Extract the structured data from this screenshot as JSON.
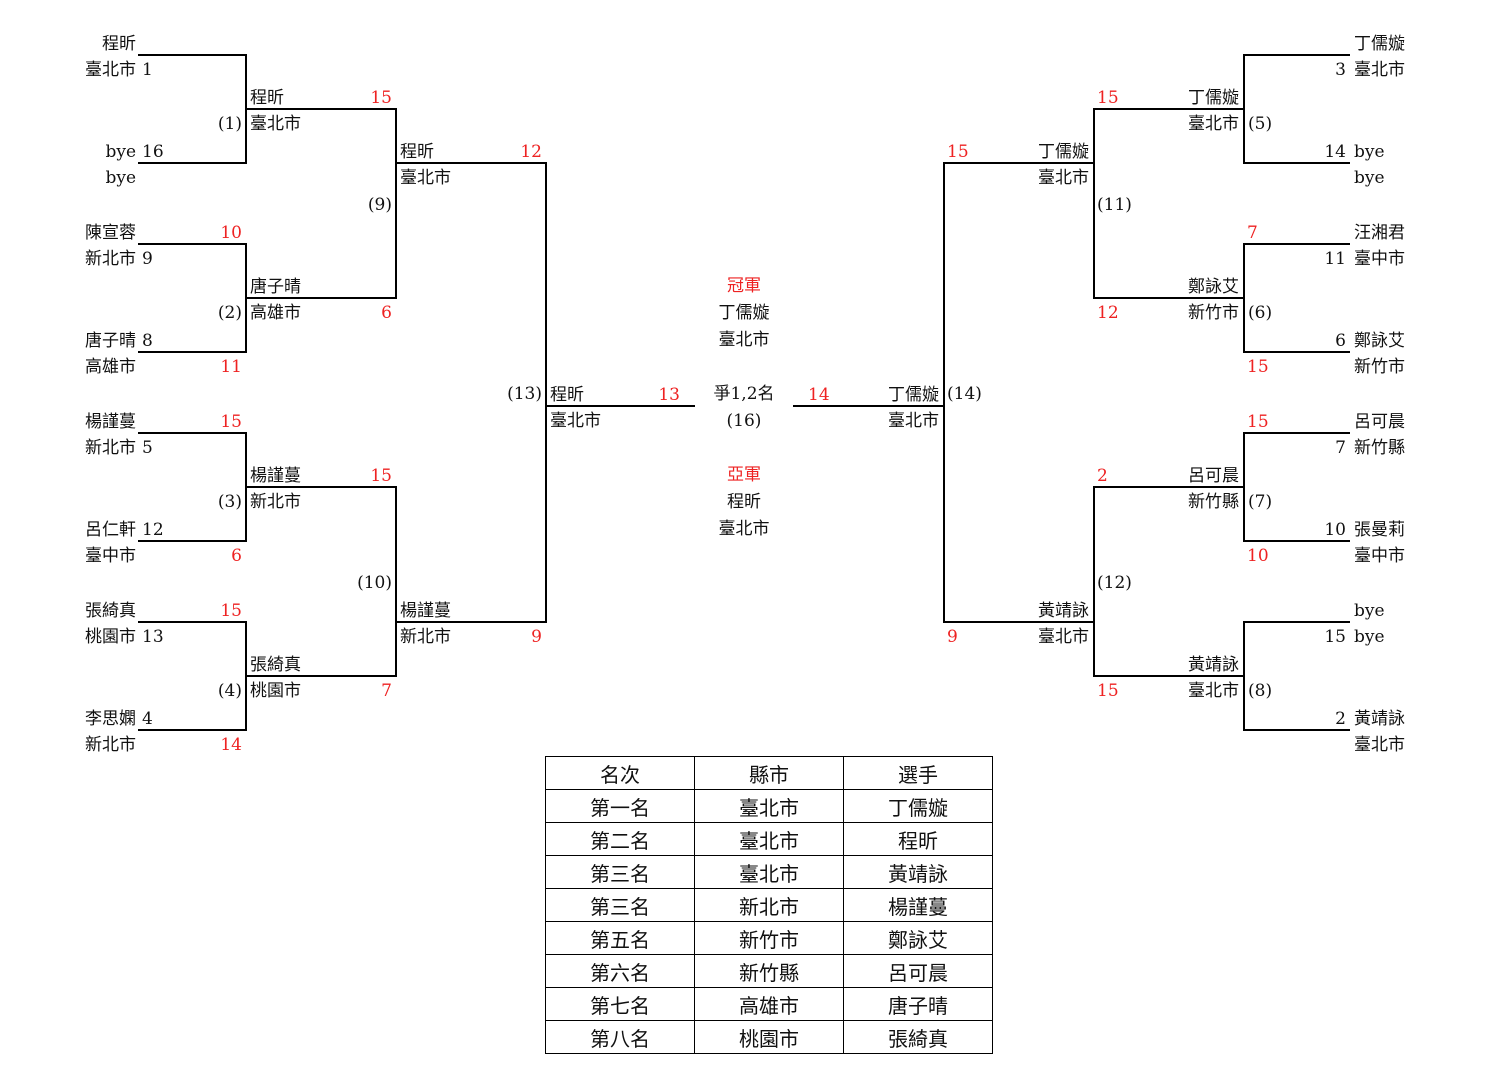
{
  "left": {
    "r1": [
      {
        "match": "(1)",
        "top": {
          "name": "程昕",
          "city": "臺北市",
          "seed": "1",
          "score": ""
        },
        "bot": {
          "name": "bye",
          "city": "bye",
          "seed": "16",
          "score": ""
        }
      },
      {
        "match": "(2)",
        "top": {
          "name": "陳宣蓉",
          "city": "新北市",
          "seed": "9",
          "score": "10"
        },
        "bot": {
          "name": "唐子晴",
          "city": "高雄市",
          "seed": "8",
          "score": "11"
        }
      },
      {
        "match": "(3)",
        "top": {
          "name": "楊謹蔓",
          "city": "新北市",
          "seed": "5",
          "score": "15"
        },
        "bot": {
          "name": "呂仁軒",
          "city": "臺中市",
          "seed": "12",
          "score": "6"
        }
      },
      {
        "match": "(4)",
        "top": {
          "name": "張綺真",
          "city": "桃園市",
          "seed": "13",
          "score": "15"
        },
        "bot": {
          "name": "李思嫻",
          "city": "新北市",
          "seed": "4",
          "score": "14"
        }
      }
    ],
    "r2": [
      {
        "name": "程昕",
        "city": "臺北市",
        "score": "15"
      },
      {
        "name": "唐子晴",
        "city": "高雄市",
        "score": "6"
      },
      {
        "name": "楊謹蔓",
        "city": "新北市",
        "score": "15"
      },
      {
        "name": "張綺真",
        "city": "桃園市",
        "score": "7"
      }
    ],
    "r2_matches": [
      "(9)",
      "(10)"
    ],
    "r3": [
      {
        "name": "程昕",
        "city": "臺北市",
        "score": "12"
      },
      {
        "name": "楊謹蔓",
        "city": "新北市",
        "score": "9"
      }
    ],
    "r3_match": "(13)",
    "final": {
      "name": "程昕",
      "city": "臺北市",
      "score": "13"
    }
  },
  "right": {
    "r1": [
      {
        "match": "(5)",
        "top": {
          "name": "丁儒嫙",
          "city": "臺北市",
          "seed": "3",
          "score": ""
        },
        "bot": {
          "name": "bye",
          "city": "bye",
          "seed": "14",
          "score": ""
        }
      },
      {
        "match": "(6)",
        "top": {
          "name": "汪湘君",
          "city": "臺中市",
          "seed": "11",
          "score": "7"
        },
        "bot": {
          "name": "鄭詠艾",
          "city": "新竹市",
          "seed": "6",
          "score": "15"
        }
      },
      {
        "match": "(7)",
        "top": {
          "name": "呂可晨",
          "city": "新竹縣",
          "seed": "7",
          "score": "15"
        },
        "bot": {
          "name": "張曼莉",
          "city": "臺中市",
          "seed": "10",
          "score": "10"
        }
      },
      {
        "match": "(8)",
        "top": {
          "name": "bye",
          "city": "bye",
          "seed": "15",
          "score": ""
        },
        "bot": {
          "name": "黃靖詠",
          "city": "臺北市",
          "seed": "2",
          "score": ""
        }
      }
    ],
    "r2": [
      {
        "name": "丁儒嫙",
        "city": "臺北市",
        "score": "15"
      },
      {
        "name": "鄭詠艾",
        "city": "新竹市",
        "score": "12"
      },
      {
        "name": "呂可晨",
        "city": "新竹縣",
        "score": "2"
      },
      {
        "name": "黃靖詠",
        "city": "臺北市",
        "score": "15"
      }
    ],
    "r2_matches": [
      "(11)",
      "(12)"
    ],
    "r3": [
      {
        "name": "丁儒嫙",
        "city": "臺北市",
        "score": "15"
      },
      {
        "name": "黃靖詠",
        "city": "臺北市",
        "score": "9"
      }
    ],
    "r3_match": "(14)",
    "final": {
      "name": "丁儒嫙",
      "city": "臺北市",
      "score": "14"
    }
  },
  "center": {
    "champion_label": "冠軍",
    "champion_name": "丁儒嫙",
    "champion_city": "臺北市",
    "final_label": "爭1,2名",
    "final_match": "(16)",
    "runnerup_label": "亞軍",
    "runnerup_name": "程昕",
    "runnerup_city": "臺北市"
  },
  "ranking": {
    "headers": [
      "名次",
      "縣市",
      "選手"
    ],
    "rows": [
      [
        "第一名",
        "臺北市",
        "丁儒嫙"
      ],
      [
        "第二名",
        "臺北市",
        "程昕"
      ],
      [
        "第三名",
        "臺北市",
        "黃靖詠"
      ],
      [
        "第三名",
        "新北市",
        "楊謹蔓"
      ],
      [
        "第五名",
        "新竹市",
        "鄭詠艾"
      ],
      [
        "第六名",
        "新竹縣",
        "呂可晨"
      ],
      [
        "第七名",
        "高雄市",
        "唐子晴"
      ],
      [
        "第八名",
        "桃園市",
        "張綺真"
      ]
    ]
  }
}
